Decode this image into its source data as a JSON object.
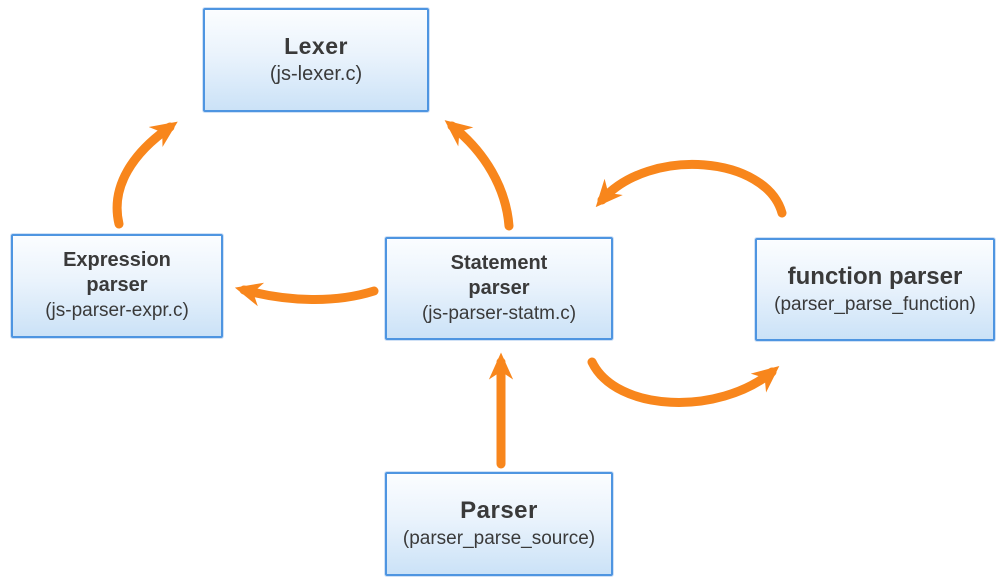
{
  "colors": {
    "arrow_orange": "#F8861C",
    "box_border_blue": "#4E95E1",
    "box_fill_top": "#FBFDFF",
    "box_fill_bottom": "#CBE2F7",
    "text": "#3A3A3A"
  },
  "diagram": {
    "nodes": [
      {
        "id": "lexer",
        "title": "Lexer",
        "subtitle": "(js-lexer.c)"
      },
      {
        "id": "expression-parser",
        "title": "Expression\nparser",
        "subtitle": "(js-parser-expr.c)"
      },
      {
        "id": "statement-parser",
        "title": "Statement\nparser",
        "subtitle": "(js-parser-statm.c)"
      },
      {
        "id": "function-parser",
        "title": "function parser",
        "subtitle": "(parser_parse_function)"
      },
      {
        "id": "parser",
        "title": "Parser",
        "subtitle": "(parser_parse_source)"
      }
    ],
    "edges": [
      {
        "from": "expression-parser",
        "to": "lexer"
      },
      {
        "from": "statement-parser",
        "to": "lexer"
      },
      {
        "from": "statement-parser",
        "to": "expression-parser"
      },
      {
        "from": "function-parser",
        "to": "statement-parser"
      },
      {
        "from": "statement-parser",
        "to": "function-parser"
      },
      {
        "from": "parser",
        "to": "statement-parser"
      }
    ]
  }
}
